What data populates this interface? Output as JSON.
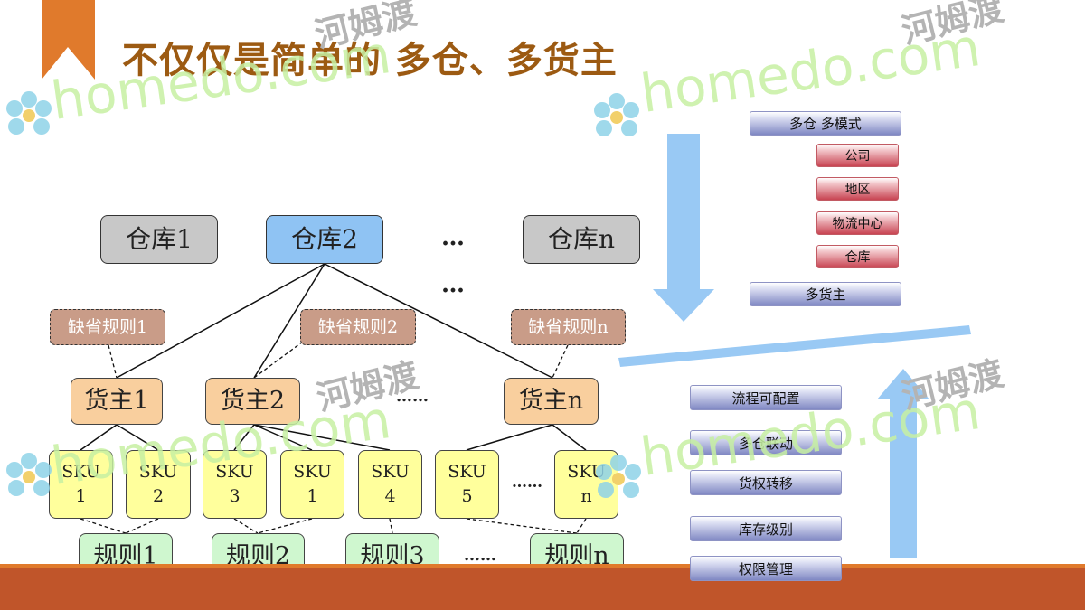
{
  "slide": {
    "title": "不仅仅是简单的 多仓、多货主",
    "colors": {
      "title": "#9c5a12",
      "corner_tag": "#e07a2c",
      "footer": "#c0552a",
      "arrow": "#99c9f4"
    }
  },
  "diagram": {
    "warehouses": [
      "仓库1",
      "仓库2",
      "仓库n"
    ],
    "warehouse_colors": [
      "#c8c8c8",
      "#8fc3f3",
      "#c8c8c8"
    ],
    "default_rules": [
      "缺省规则1",
      "缺省规则2",
      "缺省规则n"
    ],
    "owners": [
      "货主1",
      "货主2",
      "货主n"
    ],
    "skus": [
      "SKU\n1",
      "SKU\n2",
      "SKU\n3",
      "SKU\n1",
      "SKU\n4",
      "SKU\n5",
      "SKU\nn"
    ],
    "rules": [
      "规则1",
      "规则2",
      "规则3",
      "规则n"
    ],
    "ellipses": {
      "warehouse_row": "…",
      "below_warehouses": "…",
      "owner_row": "……",
      "sku_row": "……",
      "rule_row": "……"
    }
  },
  "top_panel": {
    "header": "多仓 多模式",
    "levels": [
      "公司",
      "地区",
      "物流中心",
      "仓库"
    ],
    "footer": "多货主"
  },
  "bottom_panel": {
    "items": [
      "流程可配置",
      "多仓联动",
      "货权转移",
      "库存级别",
      "权限管理"
    ]
  },
  "watermarks": {
    "logo_text": "homedo.com",
    "cn_text": "河姆渡"
  }
}
